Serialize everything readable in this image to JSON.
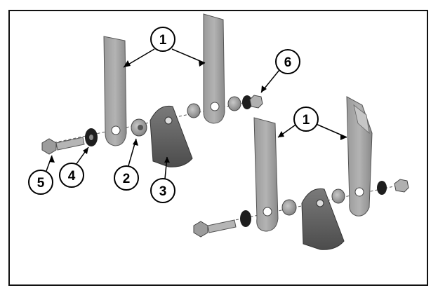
{
  "callouts": {
    "blade": "1",
    "spacer": "2",
    "mount": "3",
    "washer": "4",
    "bolt": "5",
    "nut": "6"
  },
  "colors": {
    "part_light": "#a8a8a8",
    "part_mid": "#8c8c8c",
    "part_dark": "#5e5e5e",
    "washer_black": "#1e1e1e",
    "line": "#000000"
  }
}
